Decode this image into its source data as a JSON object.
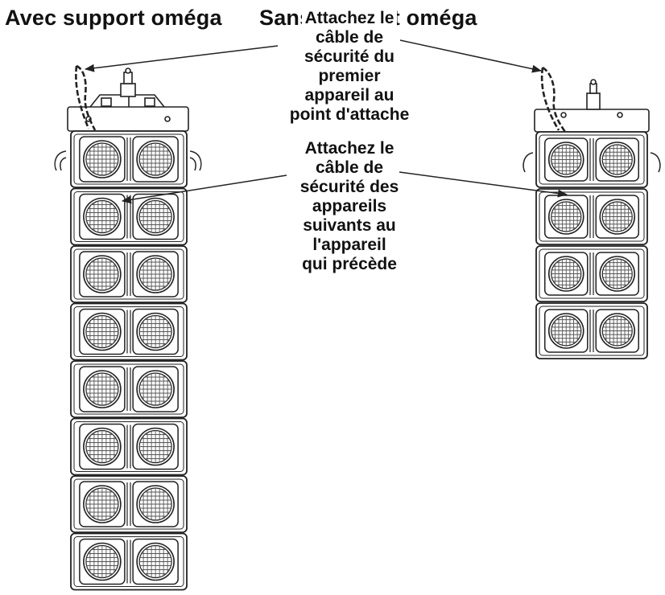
{
  "headings": {
    "with_omega": "Avec support oméga",
    "without_omega": "Sans support oméga"
  },
  "callouts": {
    "first_device": [
      "Attachez le",
      "câble de",
      "sécurité du",
      "premier",
      "appareil au",
      "point d'attache"
    ],
    "following_devices": [
      "Attachez le",
      "câble de",
      "sécurité des",
      "appareils",
      "suivants au",
      "l'appareil",
      "qui précède"
    ]
  },
  "stacks": {
    "with_omega_unit_count": 8,
    "without_omega_unit_count": 4
  },
  "colors": {
    "line": "#222222",
    "fill": "#ffffff",
    "grid": "#555555"
  }
}
